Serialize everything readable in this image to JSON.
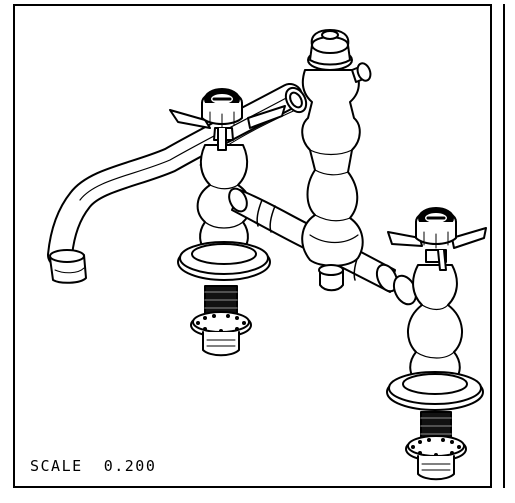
{
  "drawing": {
    "scale_label": "SCALE",
    "scale_value": "0.200",
    "subject": "bridge-faucet-isometric"
  },
  "colors": {
    "line": "#000000",
    "background": "#ffffff",
    "shank_fill": "#111111"
  }
}
